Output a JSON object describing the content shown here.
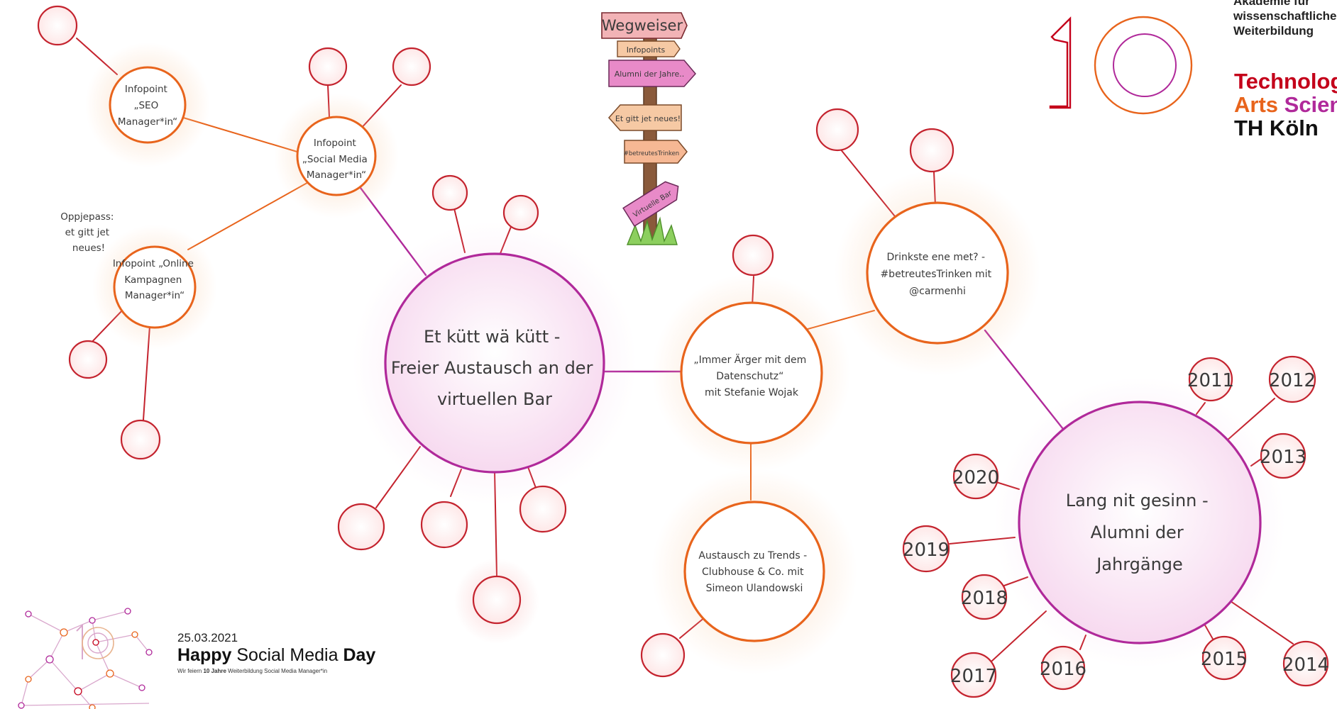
{
  "colors": {
    "orange": "#e8641c",
    "magenta": "#b0299a",
    "red": "#c4232e",
    "pink_fill": "#fbe5f3",
    "orange_glow": "#fbd7b8",
    "red_fill": "#fff1f1",
    "brand_red": "#c4001a",
    "brand_orange": "#e8641c",
    "brand_magenta": "#b0299a"
  },
  "central_hub": {
    "lines": [
      "Et kütt wä kütt -",
      "Freier Austausch an der",
      "virtuellen Bar"
    ]
  },
  "alumni_hub": {
    "lines": [
      "Lang nit gesinn -",
      "Alumni der",
      "Jahrgänge"
    ],
    "years": [
      "2011",
      "2012",
      "2013",
      "2014",
      "2015",
      "2016",
      "2017",
      "2018",
      "2019",
      "2020"
    ]
  },
  "infopoints": {
    "seo": [
      "Infopoint",
      "„SEO",
      "Manager*in“"
    ],
    "social_media": [
      "Infopoint",
      "„Social Media",
      "Manager*in“"
    ],
    "online_kampagnen": [
      "Infopoint „Online",
      "Kampagnen",
      "Manager*in“"
    ]
  },
  "note": [
    "Oppjepass:",
    "et gitt jet",
    "neues!"
  ],
  "topics": {
    "datenschutz": [
      "„Immer Ärger mit dem",
      "Datenschutz“",
      "mit Stefanie Wojak"
    ],
    "trends": [
      "Austausch zu Trends -",
      "Clubhouse & Co. mit",
      "Simeon Ulandowski"
    ],
    "drinks": [
      "Drinkste ene met? -",
      "#betreutesTrinken mit",
      "@carmenhi"
    ]
  },
  "signpost": {
    "title": "Wegweiser",
    "signs": [
      "Infopoints",
      "Alumni der Jahre..",
      "Et gitt jet neues!",
      "#betreutesTrinken",
      "Virtuelle Bar"
    ]
  },
  "logo": {
    "big_number": "10",
    "akademie": [
      "Akademie für",
      "wissenschaftliche",
      "Weiterbildung"
    ],
    "tech": "Technology",
    "arts": "Arts",
    "science": "Science",
    "th": "TH Köln"
  },
  "footer": {
    "date": "25.03.2021",
    "happy": "Happy",
    "social_media": "Social Media",
    "day": "Day",
    "subtitle_pre": "Wir feiern",
    "subtitle_bold": "10 Jahre",
    "subtitle_post": "Weiterbildung Social Media Manager*in",
    "badge_number": "10"
  }
}
